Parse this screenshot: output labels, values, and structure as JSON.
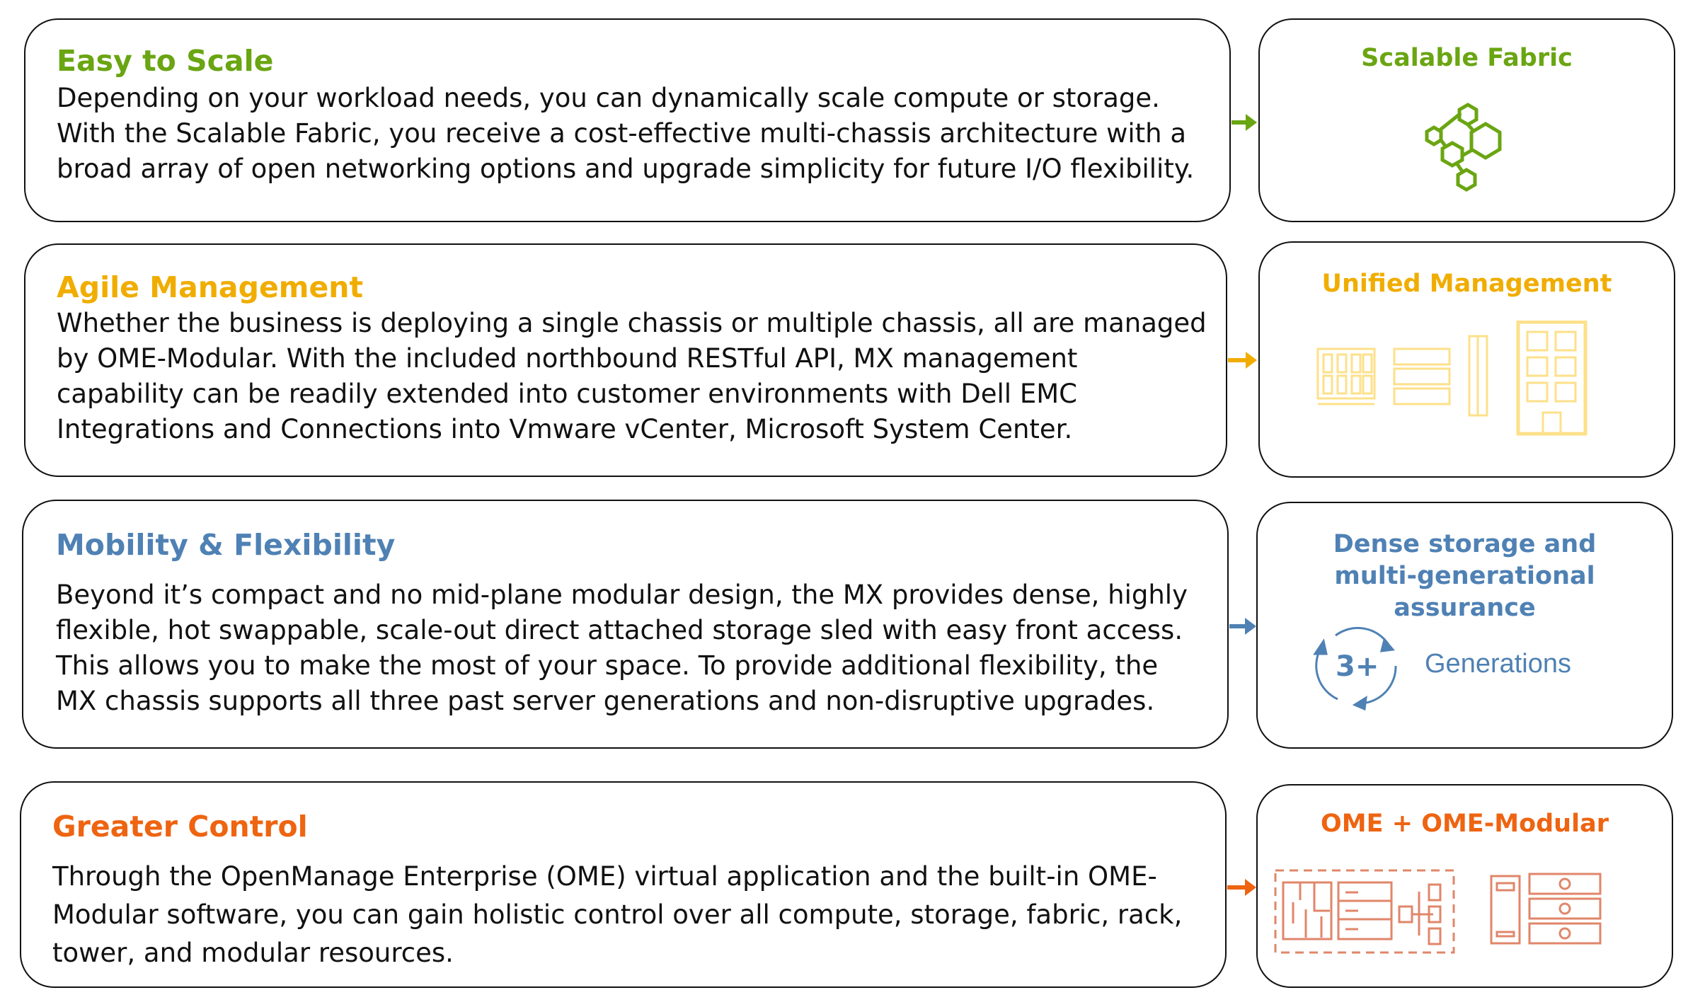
{
  "colors": {
    "green": "#6aa512",
    "yellow": "#f0ad00",
    "blue": "#4f81b4",
    "orange": "#ee6411"
  },
  "rows": [
    {
      "title": "Easy to Scale",
      "body": "Depending on your workload needs, you can dynamically scale compute or storage.\nWith the Scalable Fabric, you receive a cost-effective multi-chassis architecture with a\nbroad array of open networking options and upgrade simplicity for future I/O flexibility.",
      "card_title": "Scalable Fabric",
      "icon": "hexagon-network-icon"
    },
    {
      "title": "Agile Management",
      "body": "Whether the business is deploying a single chassis or multiple chassis, all are managed\nby OME-Modular. With the included northbound RESTful API, MX management\ncapability can be readily extended into customer environments with Dell EMC\nIntegrations and Connections into Vmware vCenter, Microsoft System Center.",
      "card_title": "Unified Management",
      "icon": "servers-building-icon"
    },
    {
      "title": "Mobility & Flexibility",
      "body": "Beyond it’s compact and no mid-plane modular design, the MX provides dense, highly\nflexible, hot swappable, scale-out direct attached storage sled with easy front access.\nThis allows you to make the most of your space. To provide additional flexibility, the\nMX chassis supports all three past server generations and non-disruptive upgrades.",
      "card_title": "Dense storage and multi-generational assurance",
      "badge": "3+",
      "badge_label": "Generations",
      "icon": "cycle-arrows-icon"
    },
    {
      "title": "Greater Control",
      "body": "Through the OpenManage Enterprise (OME) virtual application and the built-in OME-\nModular software, you can gain holistic control over all compute, storage, fabric, rack,\ntower, and modular resources.",
      "card_title": "OME + OME-Modular",
      "icon": "infrastructure-icon"
    }
  ]
}
